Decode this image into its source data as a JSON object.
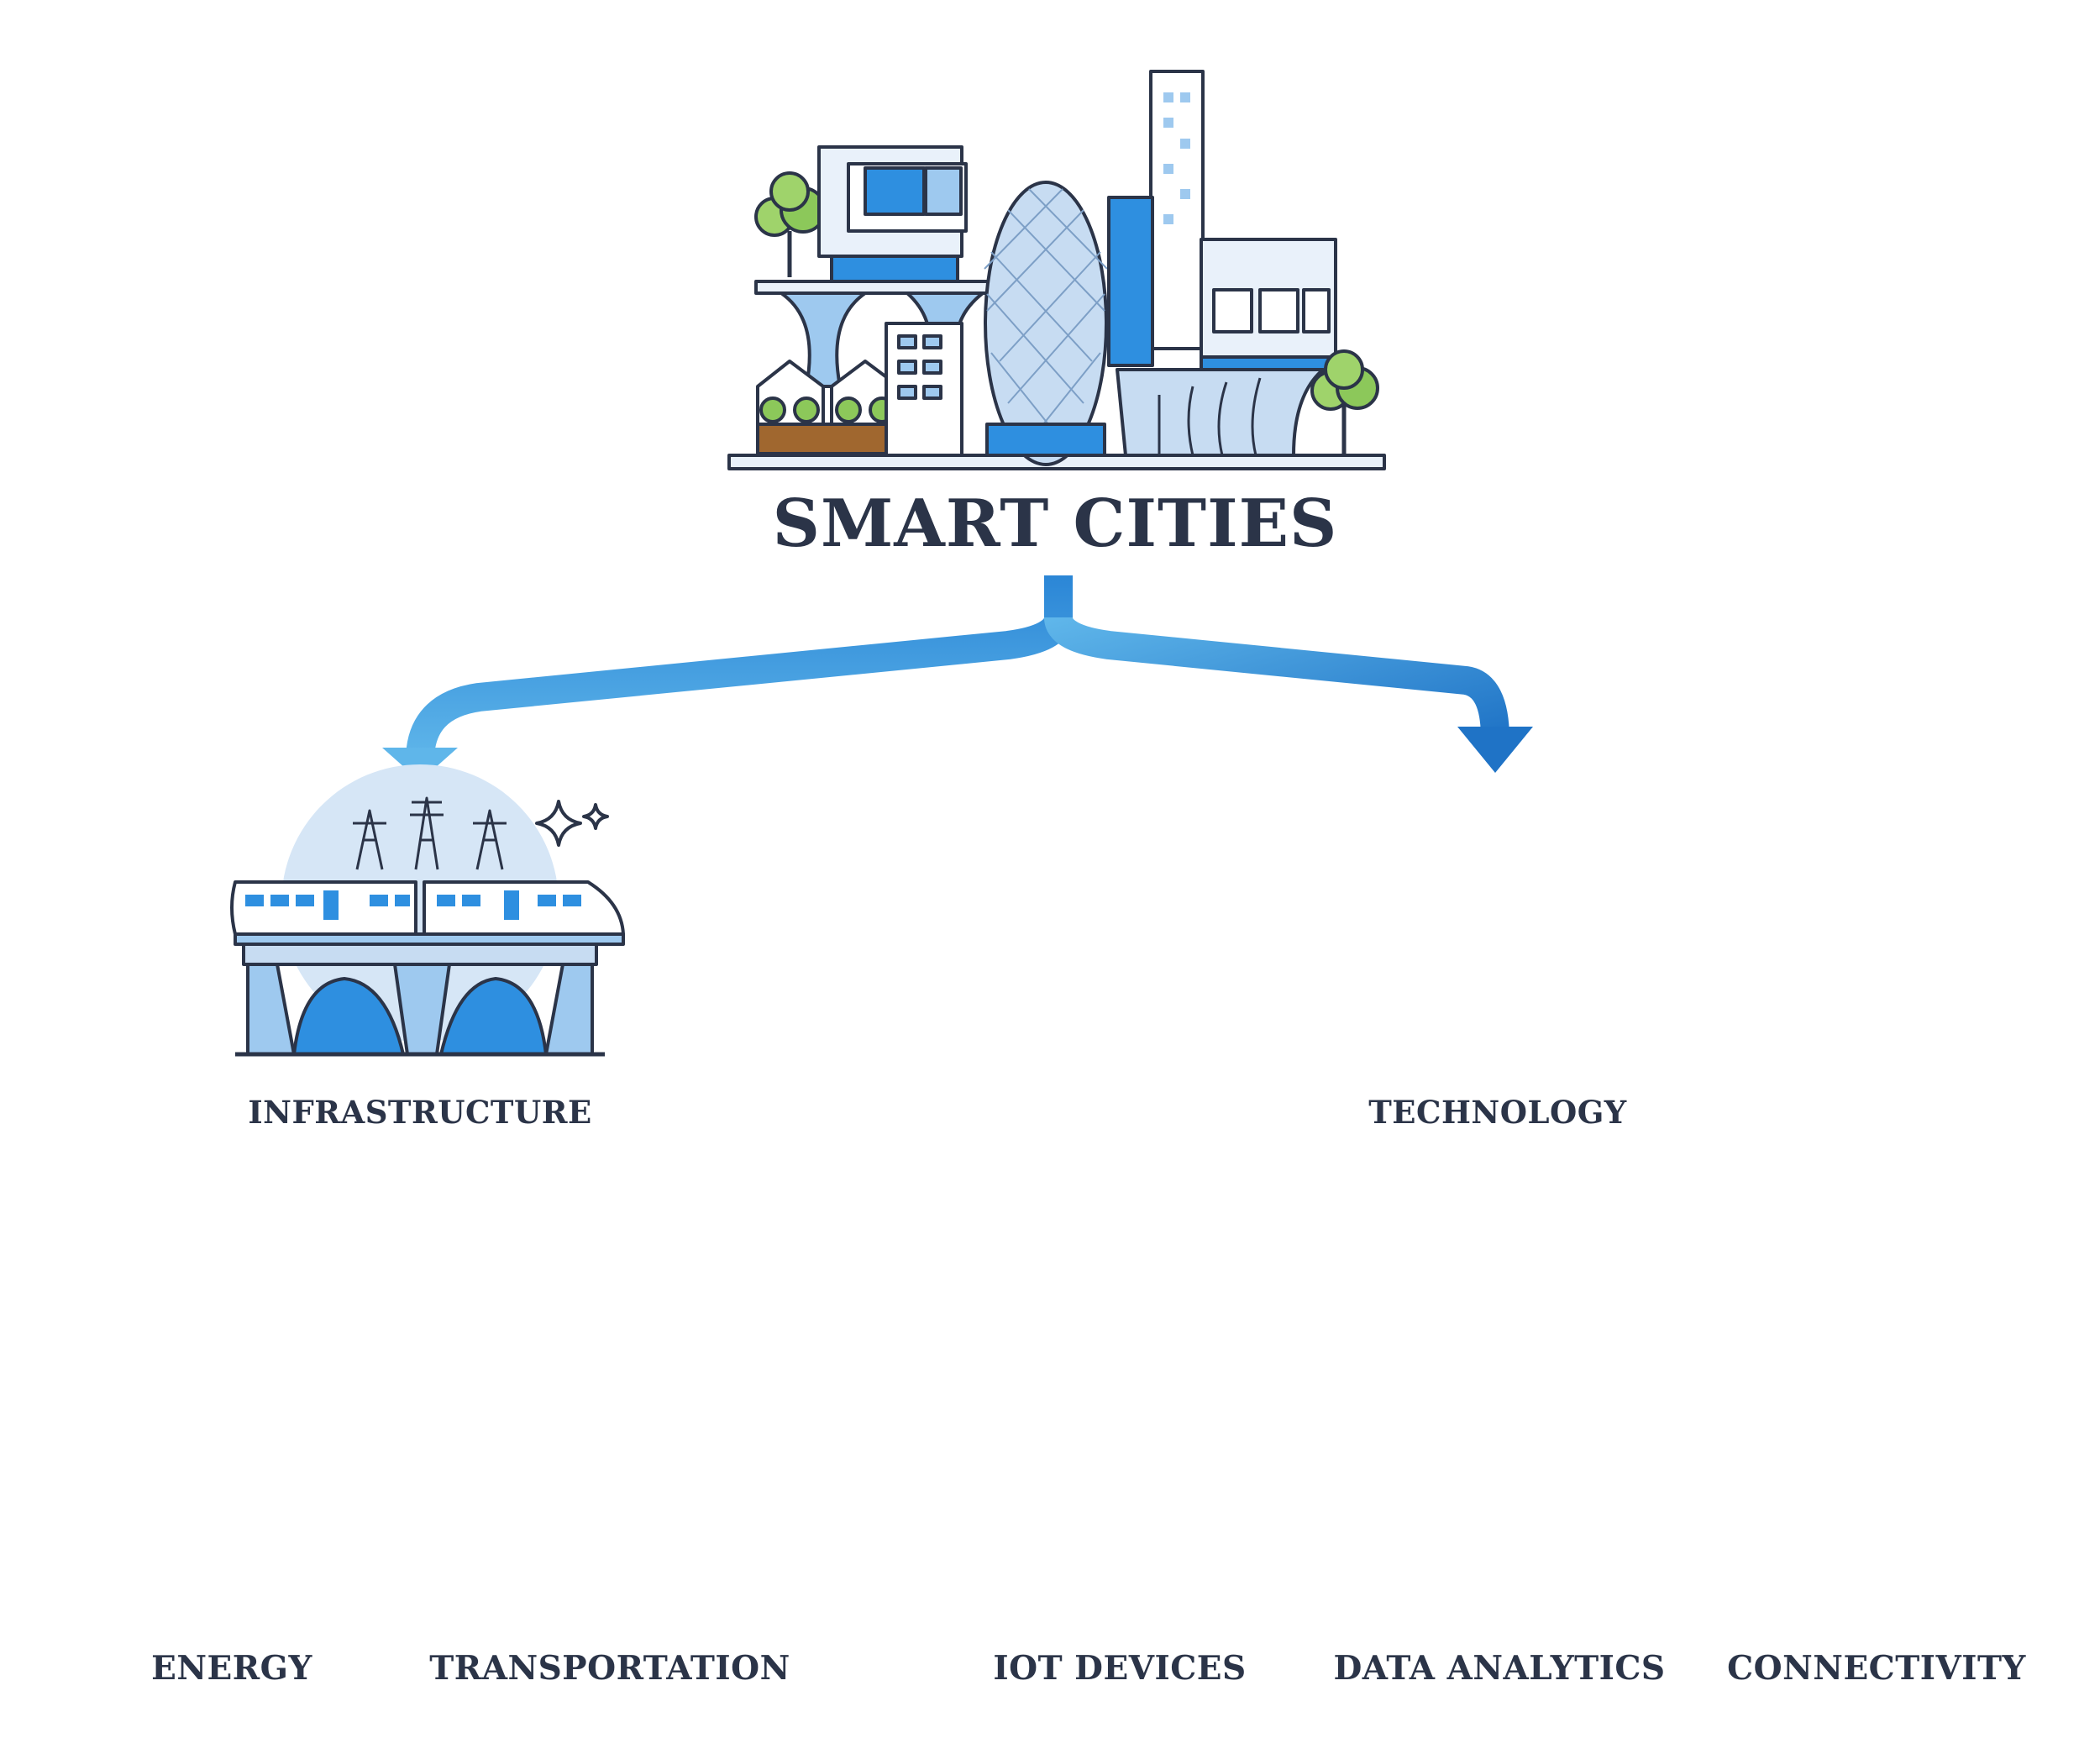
{
  "diagram": {
    "title": "SMART CITIES",
    "categories": [
      {
        "id": "infrastructure",
        "label": "INFRASTRUCTURE",
        "children": [
          {
            "id": "energy",
            "label": "ENERGY"
          },
          {
            "id": "transportation",
            "label": "TRANSPORTATION"
          }
        ]
      },
      {
        "id": "technology",
        "label": "TECHNOLOGY",
        "children": [
          {
            "id": "iot",
            "label": "IOT DEVICES"
          },
          {
            "id": "data",
            "label": "DATA ANALYTICS"
          },
          {
            "id": "connectivity",
            "label": "CONNECTIVITY"
          }
        ]
      }
    ]
  },
  "colors": {
    "arrow": "#2b86d6",
    "arrow_light": "#5fb6ea",
    "circle_bg": "#d6e6f6",
    "outline": "#2b3448",
    "accent": "#2e8fe0",
    "light_blue": "#9ec9ef",
    "pale": "#e9f1fa",
    "text": "#2b3448"
  },
  "icons": [
    "city-skyline-icon",
    "elevated-train-icon",
    "ai-chip-icon",
    "wind-solar-icon",
    "bike-train-icon",
    "gear-network-icon",
    "data-bars-icon",
    "wifi-device-icon",
    "sparkle-icon"
  ]
}
